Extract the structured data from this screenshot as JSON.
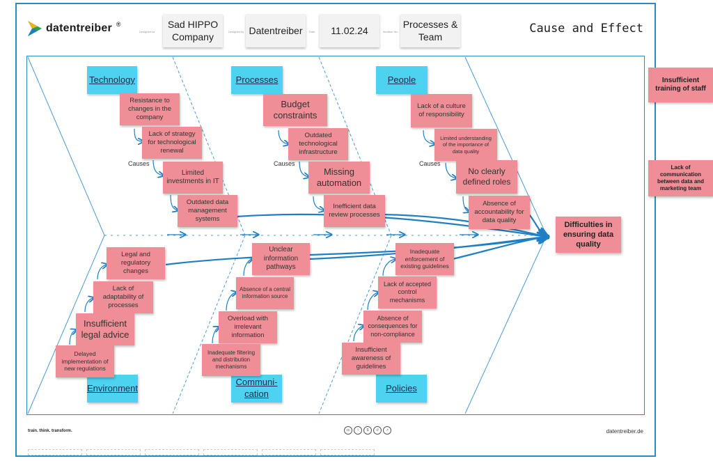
{
  "header": {
    "brand": "datentreiber",
    "brand_mark": "®",
    "designed_for_label": "Designed for",
    "designed_by_label": "Designed by",
    "date_label": "Date",
    "iteration_label": "Iteration No.",
    "designed_for": "Sad HIPPO Company",
    "designed_by": "Datentreiber",
    "date": "11.02.24",
    "iteration": "Processes & Team",
    "title": "Cause and Effect"
  },
  "categories": {
    "technology": "Technology",
    "processes": "Processes",
    "people": "People",
    "environment": "Environment",
    "communication": "Communi-cation",
    "policies": "Policies"
  },
  "causes_label": "Causes",
  "notes": {
    "tech1": "Resistance to changes in the company",
    "tech2": "Lack of strategy for technological renewal",
    "tech3": "Limited investments in IT",
    "tech4": "Outdated data management systems",
    "proc1": "Budget constraints",
    "proc2": "Outdated technological infrastructure",
    "proc3": "Missing automation",
    "proc4": "Inefficient data review processes",
    "people1": "Lack of a culture of responsibility",
    "people2": "Limited understanding of the importance of data quality",
    "people3": "No clearly defined roles",
    "people4": "Absence of accountability for data quality",
    "env1": "Legal and regulatory changes",
    "env2": "Lack of adaptability of processes",
    "env3": "Insufficient legal advice",
    "env4": "Delayed implementation of new regulations",
    "comm1": "Unclear information pathways",
    "comm2": "Absence of a central information source",
    "comm3": "Overload with irrelevant information",
    "comm4": "Inadequate filtering and distribution mechanisms",
    "pol1": "Inadequate enforcement of existing guidelines",
    "pol2": "Lack of accepted control mechanisms",
    "pol3": "Absence of consequences for non-compliance",
    "pol4": "Insufficient awareness of guidelines"
  },
  "effect": "Difficulties in ensuring data quality",
  "side_notes": {
    "s1": "Insufficient training of staff",
    "s2": "Lack of communication between data and marketing team"
  },
  "footer": {
    "slogan": "train. think. transform.",
    "site": "datentreiber.de"
  },
  "colors": {
    "note": "#ef8e96",
    "category": "#4dd2f0",
    "arrow": "#1f7fc4",
    "frame": "#2a8ac8"
  }
}
